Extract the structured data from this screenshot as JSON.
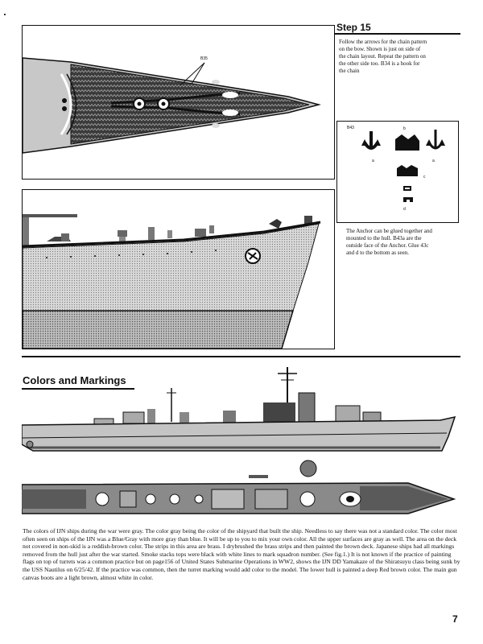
{
  "step": {
    "title": "Step 15",
    "instructions": "Follow the arrows for the chain pattern on the bow. Shown is just on side of the chain layout. Repeat the pattern on the other side too. B34 is a hook for the chain"
  },
  "deck_callout": "B35",
  "anchor_panel": {
    "part_label": "B43",
    "letters": [
      "b",
      "a",
      "a",
      "c",
      "d"
    ]
  },
  "anchor_text": "The Anchor can be glued together and mounted to the hull. B43a are the outside face of the Anchor. Glue 43c and d to the bottom as seen.",
  "colors_section": {
    "title": "Colors and Markings",
    "body": "The colors of IJN ships during the war were gray. The color gray being the color of the shipyard that built the ship. Needless to say there was not a standard color. The color most often seen on ships of the IJN was a Blue/Gray with more gray than blue. It will be up to you to mix your own color. All the upper surfaces are gray as well. The area on the deck not covered in non-skid is a reddish-brown color. The strips in this area are brass. I drybrushed the brass strips and then painted the brown deck. Japanese ships had all markings removed from the hull just after the war started. Smoke stacks tops were black with white lines to mark squadron number. (See fig.1.) It is not known if the practice of painting flags on top of turrets was a common practice but on page156 of United States Submarine Operations in WW2, shows the IJN DD Yamakaze of the Shiratsuyu class being sunk by the USS Nautilus on 6/25/42. If the practice was common, then the turret marking would add color to the model. The lower hull is painted a deep Red brown color. The main gun canvas boots are a light brown, almost white in color."
  },
  "page_number": "7",
  "colors": {
    "ink": "#111111",
    "hull_gray": "#b9b9b9",
    "deck_dark": "#555555"
  }
}
